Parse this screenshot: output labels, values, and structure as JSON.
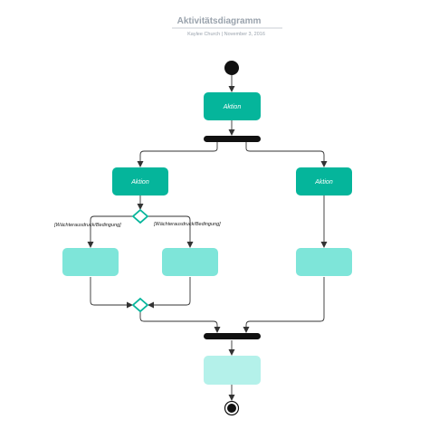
{
  "header": {
    "title": "Aktivitätsdiagramm",
    "subtitle": "Kaylee Church  |  November 3, 2016"
  },
  "colors": {
    "primary": "#05b59b",
    "secondary": "#7ee5d9",
    "tertiary": "#b4f1ea",
    "bar": "#111111",
    "line": "#333333",
    "header_line": "#b9bec4"
  },
  "nodes": {
    "top_action": "Aktion",
    "left_action": "Aktion",
    "right_action": "Aktion"
  },
  "guards": {
    "left": "[Wächterausdruck/Bedingung]",
    "right": "[Wächterausdruck/Bedingung]"
  }
}
